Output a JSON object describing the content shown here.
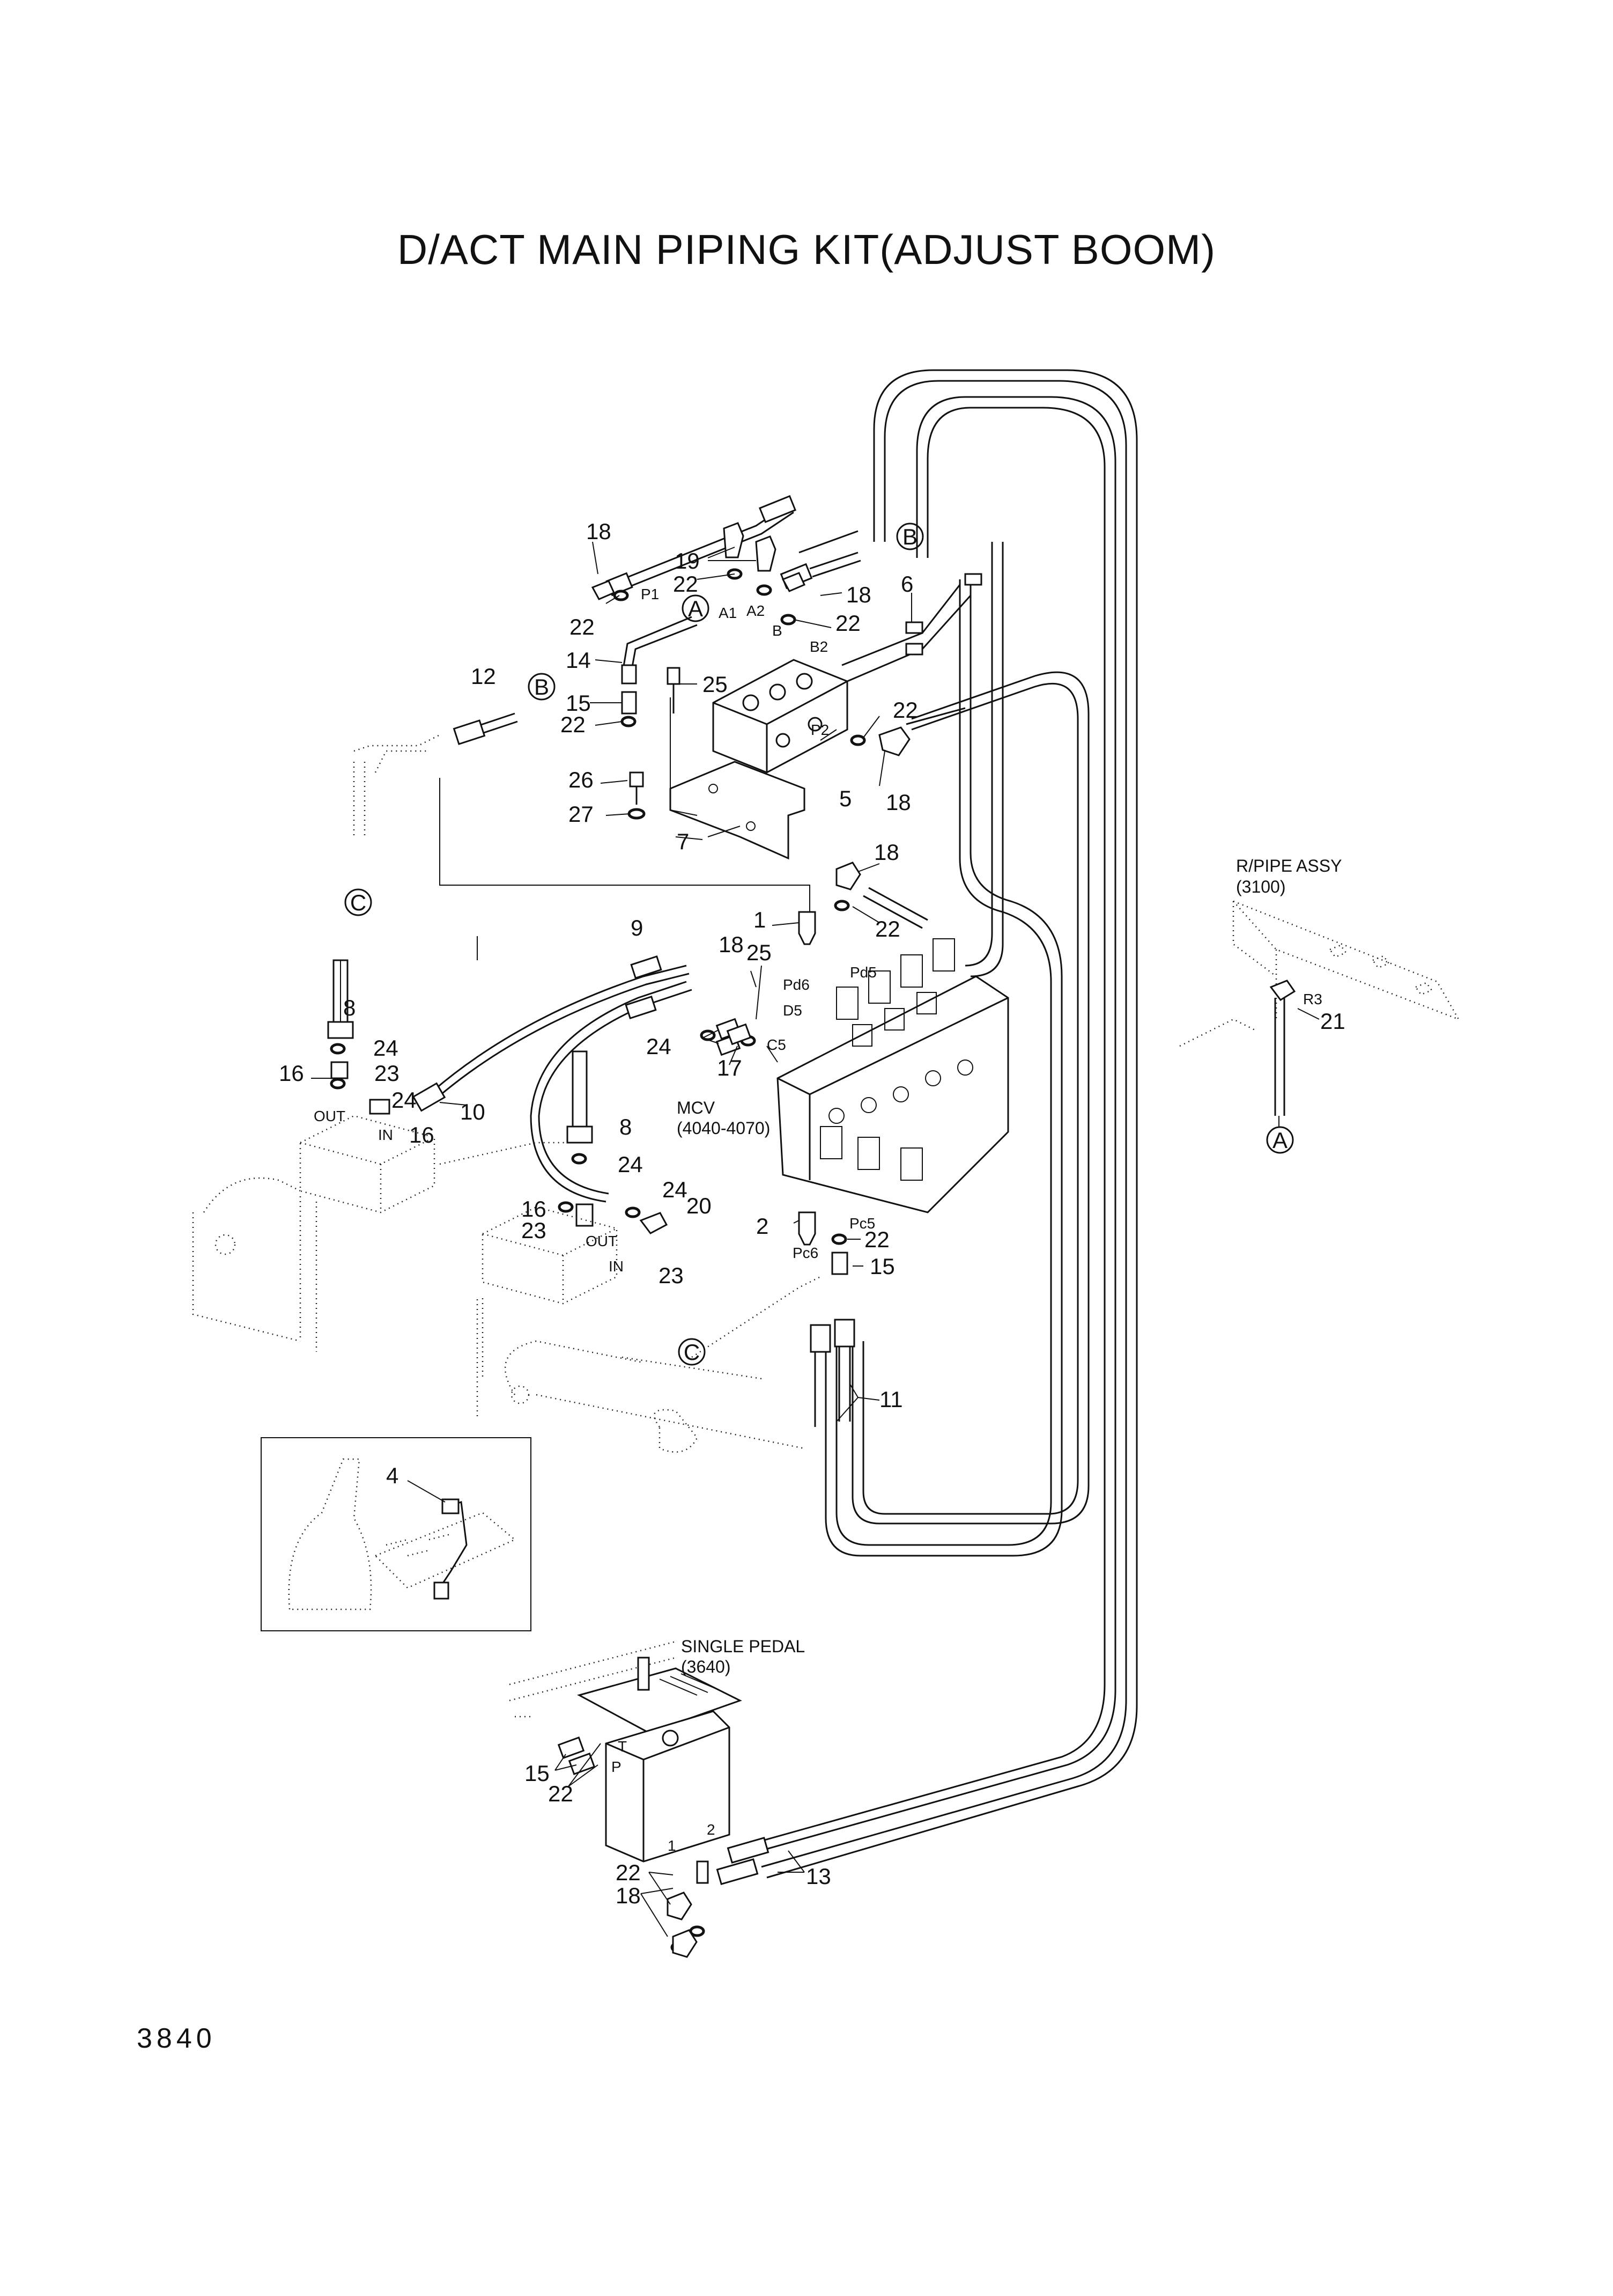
{
  "title": "D/ACT MAIN PIPING KIT(ADJUST BOOM)",
  "page_number": "3840",
  "assemblies": {
    "r_pipe_line1": "R/PIPE ASSY",
    "r_pipe_line2": "(3100)",
    "mcv_line1": "MCV",
    "mcv_line2": "(4040-4070)",
    "pedal_line1": "SINGLE PEDAL",
    "pedal_line2": "(3640)"
  },
  "callouts": {
    "A": "A",
    "B": "B",
    "C": "C"
  },
  "ports": {
    "P1": "P1",
    "A1": "A1",
    "A2": "A2",
    "B": "B",
    "B2": "B2",
    "P2": "P2",
    "Pd6": "Pd6",
    "Pd5": "Pd5",
    "D5": "D5",
    "C5": "C5",
    "Pc5": "Pc5",
    "Pc6": "Pc6",
    "R3": "R3",
    "OUT": "OUT",
    "IN": "IN",
    "one": "1",
    "two": "2",
    "T": "T",
    "P": "P"
  },
  "parts": {
    "n1": "1",
    "n2": "2",
    "n4": "4",
    "n5": "5",
    "n6": "6",
    "n7": "7",
    "n8": "8",
    "n9": "9",
    "n10": "10",
    "n11": "11",
    "n12": "12",
    "n13": "13",
    "n14": "14",
    "n15": "15",
    "n16": "16",
    "n17": "17",
    "n18": "18",
    "n19": "19",
    "n20": "20",
    "n21": "21",
    "n22": "22",
    "n23": "23",
    "n24": "24",
    "n25": "25",
    "n26": "26",
    "n27": "27"
  }
}
